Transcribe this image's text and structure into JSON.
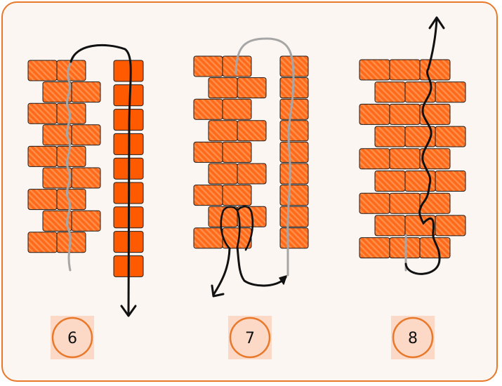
{
  "colors": {
    "border": "#e8782a",
    "panel_bg": "#fcf6f3",
    "bead": "#ff6a1a",
    "bead_stripe": "#ff8f4a",
    "solid_bead": "#ff5a00",
    "thread_old": "#a6a6a6",
    "thread_new": "#111111",
    "label_bg": "#fcd9c7",
    "label_ring": "#e8782a"
  },
  "steps": [
    {
      "number": "6"
    },
    {
      "number": "7"
    },
    {
      "number": "8"
    }
  ]
}
